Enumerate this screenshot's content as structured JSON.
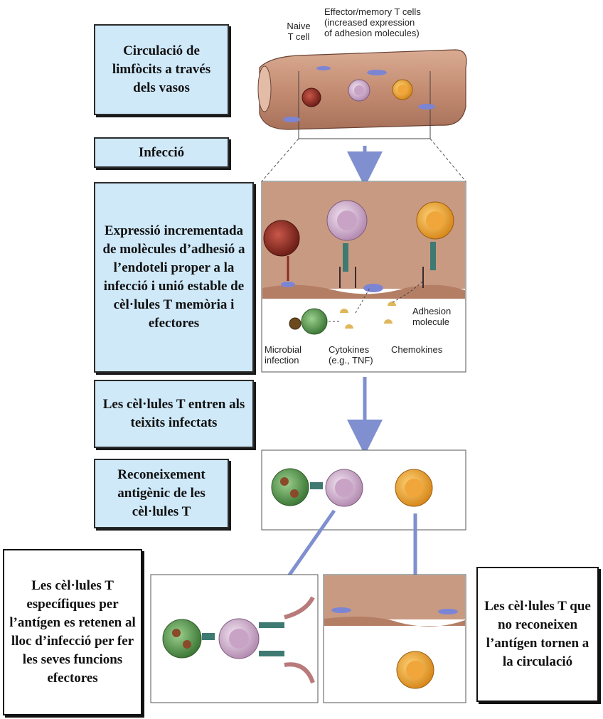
{
  "steps": {
    "circulation": "Circulació de limfòcits a través dels vasos",
    "infection": "Infecció",
    "expression": "Expressió incrementada de molècules d’adhesió a l’endoteli proper a la infecció i unió estable de cèl·lules T memòria i efectores",
    "entry": "Les cèl·lules T entren als teixits infectats",
    "recognition": "Reconeixement antigènic de les cèl·lules T"
  },
  "outcomes": {
    "retained": "Les cèl·lules T específiques per l’antígen es retenen al lloc d’infecció per fer les seves funcions efectores",
    "returned": "Les cèl·lules T que no reconeixen l’antígen tornen a la circulació"
  },
  "figure_labels": {
    "naive": "Naive\nT cell",
    "effector": "Effector/memory T cells\n(increased expression\nof adhesion molecules)",
    "adhesion": "Adhesion\nmolecule",
    "microbial": "Microbial\ninfection",
    "cytokines": "Cytokines\n(e.g., TNF)",
    "chemokines": "Chemokines"
  },
  "colors": {
    "box_fill": "#cfe9f9",
    "arrow": "#7f8fcf",
    "tissue": "#c99a82",
    "naive_cell": "#8a2e22",
    "effector_cell": "#d8b6d6",
    "memory_cell": "#e9a43a",
    "microbe": "#5f9a56"
  }
}
